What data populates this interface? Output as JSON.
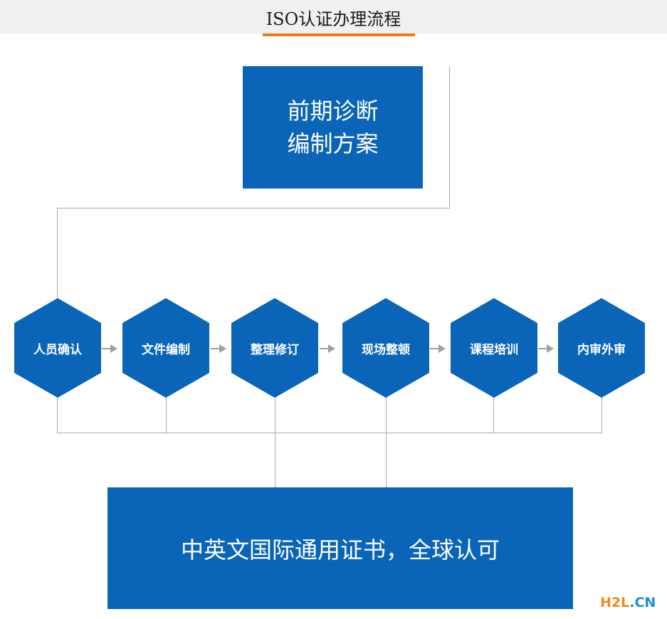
{
  "header": {
    "title": "ISO认证办理流程",
    "accent_color": "#f07818",
    "background": "#f0f0f0"
  },
  "top_box": {
    "line1": "前期诊断",
    "line2": "编制方案",
    "color": "#0a64b8"
  },
  "steps": [
    {
      "label": "人员确认"
    },
    {
      "label": "文件编制"
    },
    {
      "label": "整理修订"
    },
    {
      "label": "现场整顿"
    },
    {
      "label": "课程培训"
    },
    {
      "label": "内审外审"
    }
  ],
  "bottom_box": {
    "text": "中英文国际通用证书，全球认可",
    "color": "#0a64b8"
  },
  "watermark": {
    "part1": "H2L",
    "part2": ".CN",
    "color1": "#f08a1c",
    "color2": "#1a8ed8"
  },
  "connector_color": "#a8a8a8"
}
